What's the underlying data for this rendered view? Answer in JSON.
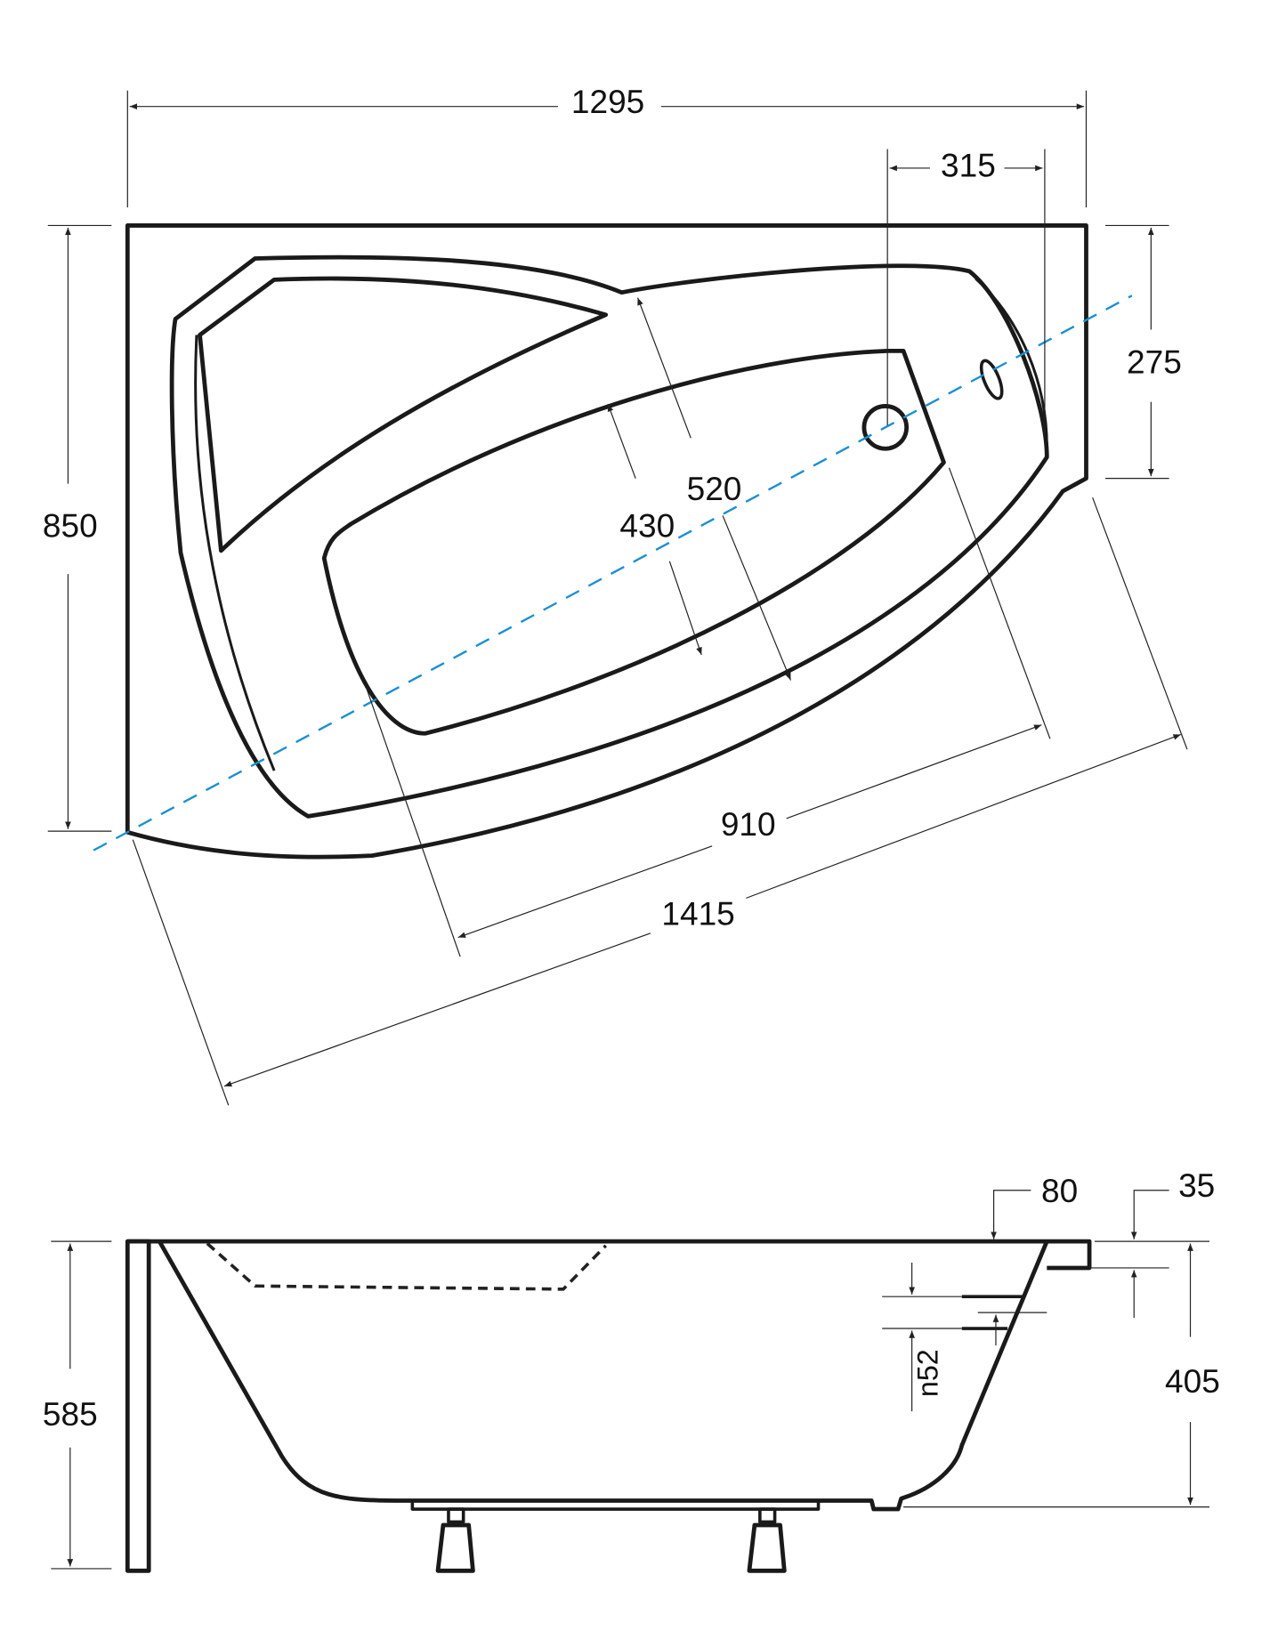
{
  "top_view": {
    "dims": {
      "overall_width": "1295",
      "drain_offset": "315",
      "overall_depth": "850",
      "right_side_depth": "275",
      "basin_width_outer": "520",
      "basin_width_inner": "430",
      "basin_length": "910",
      "diagonal_length": "1415"
    },
    "axis_color": "#1a90d0"
  },
  "side_view": {
    "dims": {
      "overall_height": "585",
      "tub_depth": "405",
      "rim_width": "80",
      "rim_thickness": "35",
      "overflow": "n52"
    }
  }
}
